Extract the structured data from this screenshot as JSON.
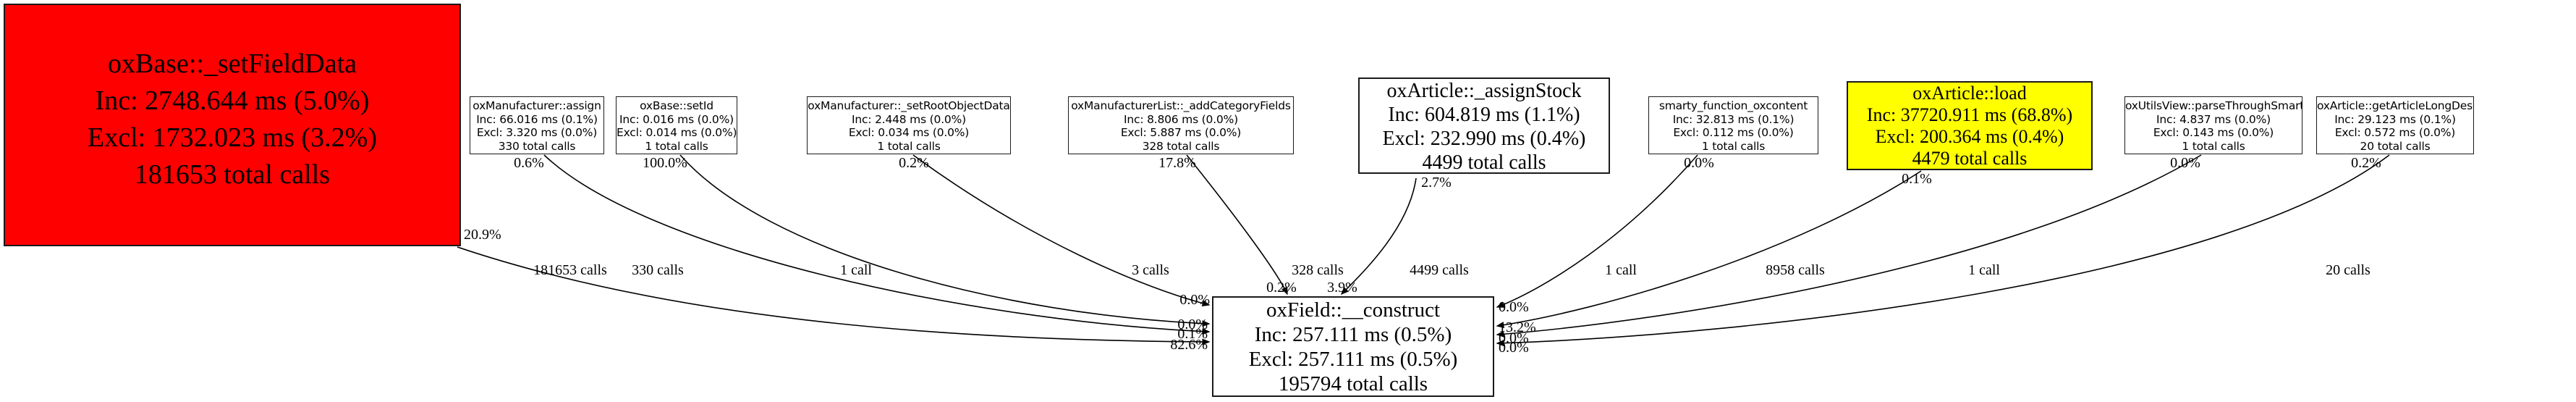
{
  "diagram": {
    "kind": "profiler-call-graph",
    "colors": {
      "hot_node": "#ff0000",
      "warm_node": "#ffff00",
      "normal_node": "#ffffff",
      "edge": "#000000",
      "text": "#000000"
    },
    "nodes": [
      {
        "id": "oxbase-setfielddata",
        "title": "oxBase::_setFieldData",
        "inc": "Inc: 2748.644 ms (5.0%)",
        "excl": "Excl: 1732.023 ms (3.2%)",
        "total_calls": "181653 total calls",
        "fill": "#ff0000"
      },
      {
        "id": "oxmanufacturer-assign",
        "title": "oxManufacturer::assign",
        "inc": "Inc: 66.016 ms (0.1%)",
        "excl": "Excl: 3.320 ms (0.0%)",
        "total_calls": "330 total calls",
        "fill": "#ffffff"
      },
      {
        "id": "oxbase-setid",
        "title": "oxBase::setId",
        "inc": "Inc: 0.016 ms (0.0%)",
        "excl": "Excl: 0.014 ms (0.0%)",
        "total_calls": "1 total calls",
        "fill": "#ffffff"
      },
      {
        "id": "oxmanufacturer-setrootobjectdata",
        "title": "oxManufacturer::_setRootObjectData",
        "inc": "Inc: 2.448 ms (0.0%)",
        "excl": "Excl: 0.034 ms (0.0%)",
        "total_calls": "1 total calls",
        "fill": "#ffffff"
      },
      {
        "id": "oxmanufacturerlist-addcategoryfields",
        "title": "oxManufacturerList::_addCategoryFields",
        "inc": "Inc: 8.806 ms (0.0%)",
        "excl": "Excl: 5.887 ms (0.0%)",
        "total_calls": "328 total calls",
        "fill": "#ffffff"
      },
      {
        "id": "oxarticle-assignstock",
        "title": "oxArticle::_assignStock",
        "inc": "Inc: 604.819 ms (1.1%)",
        "excl": "Excl: 232.990 ms (0.4%)",
        "total_calls": "4499 total calls",
        "fill": "#ffffff"
      },
      {
        "id": "smarty-function-oxcontent",
        "title": "smarty_function_oxcontent",
        "inc": "Inc: 32.813 ms (0.1%)",
        "excl": "Excl: 0.112 ms (0.0%)",
        "total_calls": "1 total calls",
        "fill": "#ffffff"
      },
      {
        "id": "oxarticle-load",
        "title": "oxArticle::load",
        "inc": "Inc: 37720.911 ms (68.8%)",
        "excl": "Excl: 200.364 ms (0.4%)",
        "total_calls": "4479 total calls",
        "fill": "#ffff00"
      },
      {
        "id": "oxutilsview-parsethroughsmarty",
        "title": "oxUtilsView::parseThroughSmarty",
        "inc": "Inc: 4.837 ms (0.0%)",
        "excl": "Excl: 0.143 ms (0.0%)",
        "total_calls": "1 total calls",
        "fill": "#ffffff"
      },
      {
        "id": "oxarticle-getarticlelongdesc",
        "title": "oxArticle::getArticleLongDesc",
        "inc": "Inc: 29.123 ms (0.1%)",
        "excl": "Excl: 0.572 ms (0.0%)",
        "total_calls": "20 total calls",
        "fill": "#ffffff"
      },
      {
        "id": "oxfield-construct",
        "title": "oxField::__construct",
        "inc": "Inc: 257.111 ms (0.5%)",
        "excl": "Excl: 257.111 ms (0.5%)",
        "total_calls": "195794 total calls",
        "fill": "#ffffff"
      }
    ],
    "edges": [
      {
        "from": "oxBase::_setFieldData",
        "to": "oxField::__construct",
        "source_pct": "20.9%",
        "calls": "181653 calls",
        "target_pct": "82.6%"
      },
      {
        "from": "oxManufacturer::assign",
        "to": "oxField::__construct",
        "source_pct": "0.6%",
        "calls": "330 calls",
        "target_pct": "0.1%"
      },
      {
        "from": "oxBase::setId",
        "to": "oxField::__construct",
        "source_pct": "100.0%",
        "calls": "1 call",
        "target_pct": "0.0%"
      },
      {
        "from": "oxManufacturer::_setRootObjectData",
        "to": "oxField::__construct",
        "source_pct": "0.2%",
        "calls": "3 calls",
        "target_pct": "0.0%"
      },
      {
        "from": "oxManufacturerList::_addCategoryFields",
        "to": "oxField::__construct",
        "source_pct": "17.8%",
        "calls": "328 calls",
        "target_pct": "0.2%"
      },
      {
        "from": "oxArticle::_assignStock",
        "to": "oxField::__construct",
        "source_pct": "2.7%",
        "calls": "4499 calls",
        "target_pct": "3.9%"
      },
      {
        "from": "smarty_function_oxcontent",
        "to": "oxField::__construct",
        "source_pct": "0.0%",
        "calls": "1 call",
        "target_pct": "0.0%"
      },
      {
        "from": "oxArticle::load",
        "to": "oxField::__construct",
        "source_pct": "0.1%",
        "calls": "8958 calls",
        "target_pct": "13.2%"
      },
      {
        "from": "oxUtilsView::parseThroughSmarty",
        "to": "oxField::__construct",
        "source_pct": "0.0%",
        "calls": "1 call",
        "target_pct": "0.0%"
      },
      {
        "from": "oxArticle::getArticleLongDesc",
        "to": "oxField::__construct",
        "source_pct": "0.2%",
        "calls": "20 calls",
        "target_pct": "0.0%"
      }
    ]
  }
}
